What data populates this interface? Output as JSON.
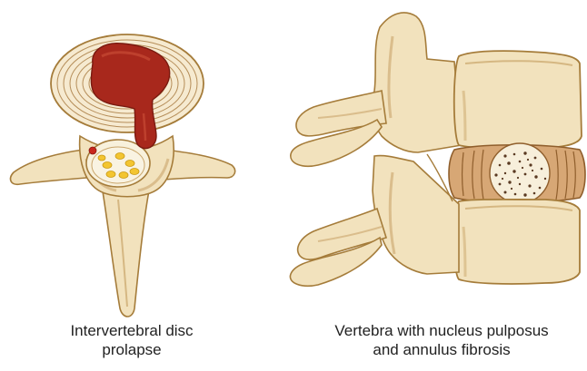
{
  "colors": {
    "bone": "#f2e2bd",
    "bone_shadow": "#c9a56a",
    "bone_outline": "#a57c3a",
    "nucleus": "#a8281c",
    "nucleus_highlight": "#c84a35",
    "annulus": "#f6ead0",
    "annulus_ring": "#b58d58",
    "canal_fill": "#f8f1dc",
    "nerve_yellow": "#f3c531",
    "disc_band": "#d7a775",
    "cut_surface": "#f7efdb",
    "speckle": "#5a3a22"
  },
  "captions": {
    "left_line1": "Intervertebral disc",
    "left_line2": "prolapse",
    "right_line1": "Vertebra with nucleus pulposus",
    "right_line2": "and annulus fibrosis"
  }
}
